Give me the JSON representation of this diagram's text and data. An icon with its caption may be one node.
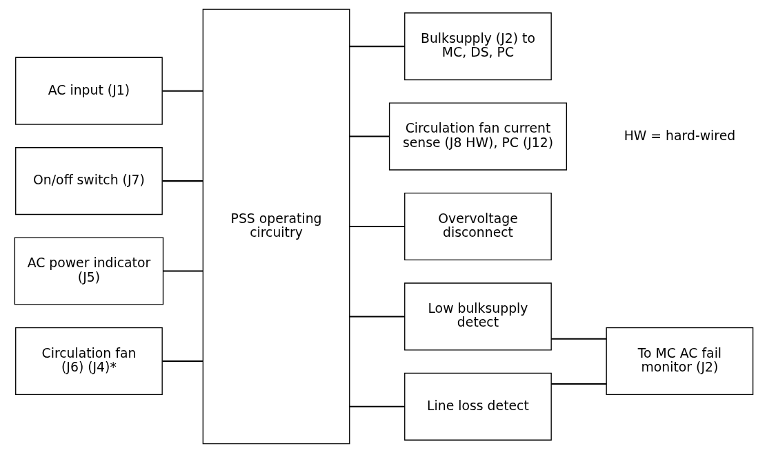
{
  "diagram": {
    "nodes": [
      {
        "text": [
          "AC input (J1)"
        ]
      },
      {
        "text": [
          "On/off switch (J7)"
        ]
      },
      {
        "text": [
          "AC power indicator (J5)"
        ]
      },
      {
        "text": [
          "Circulation fan (J6) (J4)*"
        ]
      },
      {
        "text": [
          "PSS operating circuitry"
        ]
      },
      {
        "text": [
          "Bulksupply (J2) to MC, DS, PC"
        ]
      },
      {
        "text": [
          "Circulation fan current sense (J8 HW), PC (J12)"
        ]
      },
      {
        "text": [
          "Overvoltage disconnect"
        ]
      },
      {
        "text": [
          "Low bulksupply detect"
        ]
      },
      {
        "text": [
          "Line loss detect"
        ]
      },
      {
        "text": [
          "To MC AC fail monitor (J2)"
        ]
      }
    ],
    "edges": [
      {
        "from": 0,
        "to": 4,
        "arrow": "none"
      },
      {
        "from": 1,
        "to": 4,
        "arrow": "none"
      },
      {
        "from": 2,
        "to": 4,
        "arrow": "none"
      },
      {
        "from": 3,
        "to": 4,
        "arrow": "none"
      },
      {
        "from": 4,
        "to": 5,
        "arrow": "none"
      },
      {
        "from": 4,
        "to": 6,
        "arrow": "none"
      },
      {
        "from": 4,
        "to": 7,
        "arrow": "none"
      },
      {
        "from": 4,
        "to": 8,
        "arrow": "none"
      },
      {
        "from": 4,
        "to": 9,
        "arrow": "none"
      },
      {
        "from": 8,
        "to": 10,
        "arrow": "none"
      },
      {
        "from": 9,
        "to": 10,
        "arrow": "none"
      }
    ],
    "labels": [
      "HW = hard-wired"
    ]
  }
}
